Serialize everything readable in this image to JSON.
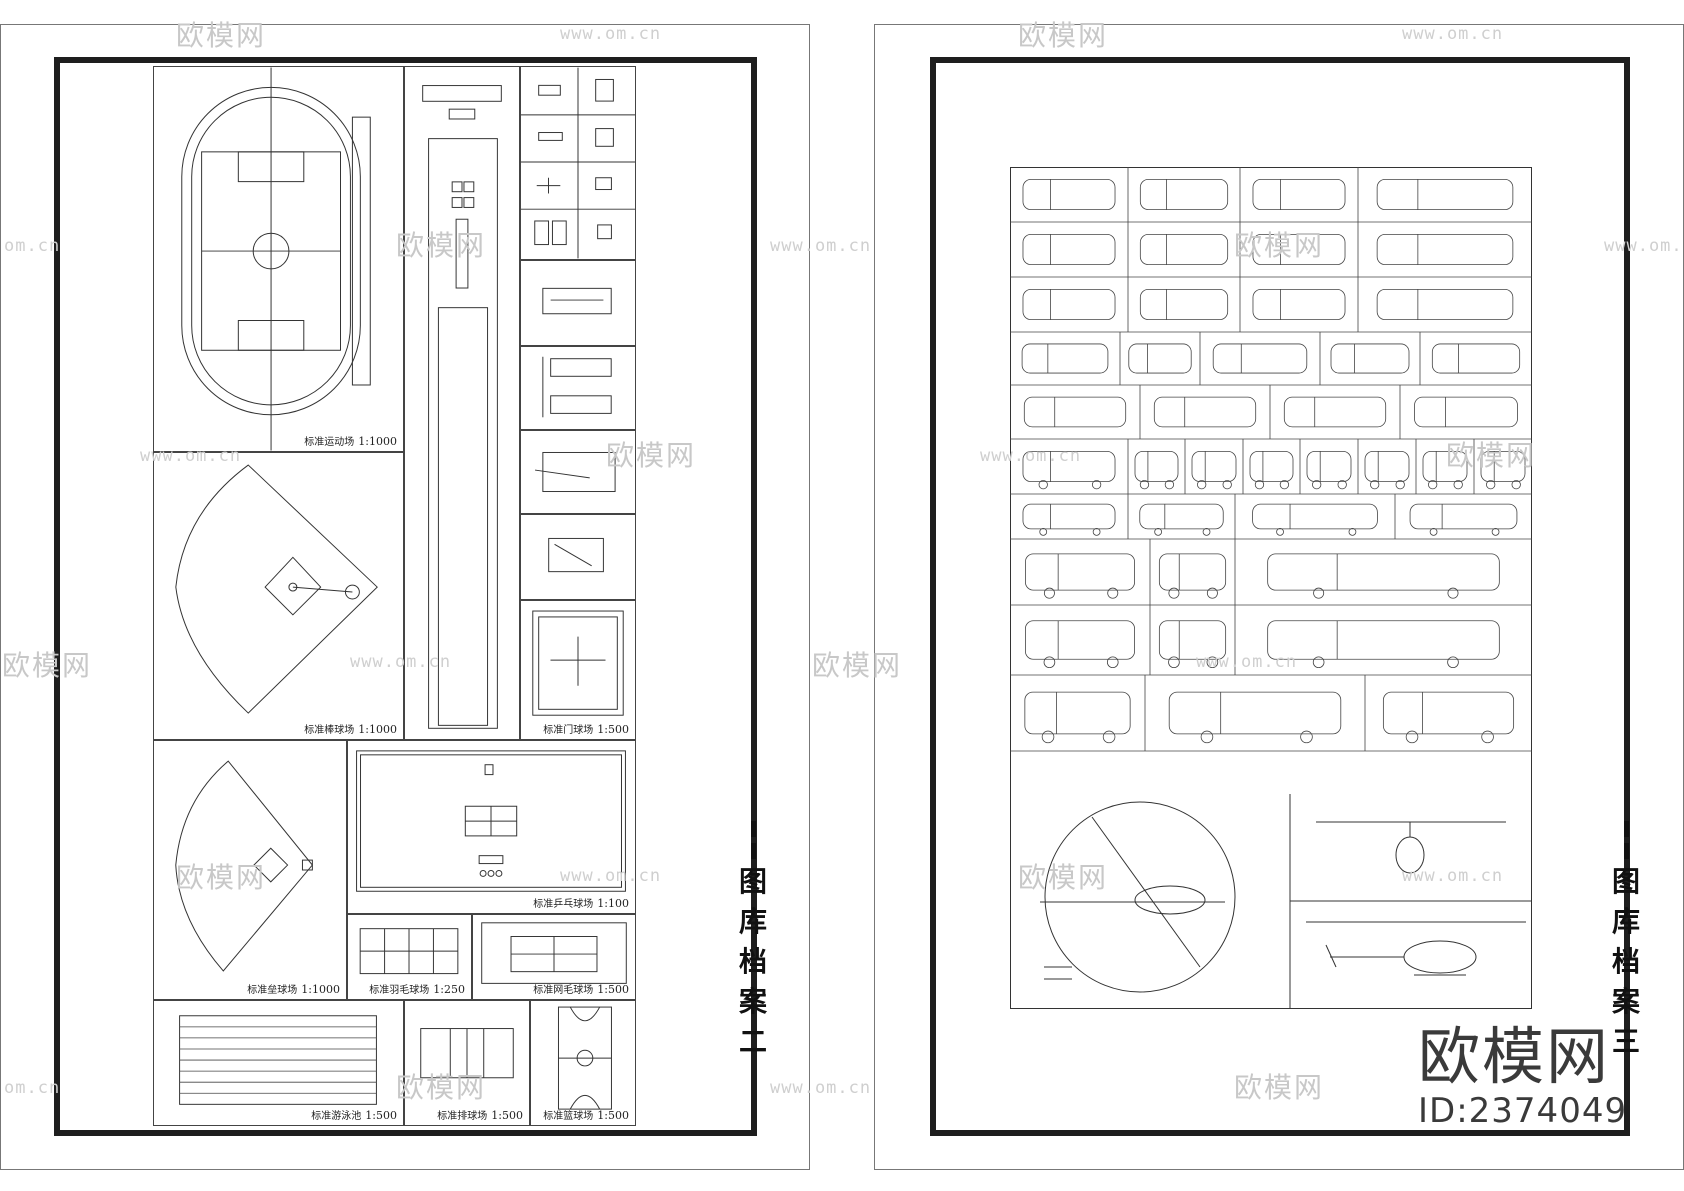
{
  "watermarks": {
    "brand_cn": "欧模网",
    "url": "www.om.cn",
    "url_short": "om.cn"
  },
  "left_sheet": {
    "vertical_title": [
      "图",
      "库",
      "档",
      "案",
      "二"
    ],
    "captions": {
      "track": {
        "label": "标准运动场",
        "scale": "1:1000"
      },
      "baseball": {
        "label": "标准棒球场",
        "scale": "1:1000"
      },
      "softball": {
        "label": "标准垒球场",
        "scale": "1:1000"
      },
      "gateball": {
        "label": "标准门球场",
        "scale": "1:500"
      },
      "pingpong": {
        "label": "标准乒乓球场",
        "scale": "1:100"
      },
      "badminton": {
        "label": "标准羽毛球场",
        "scale": "1:250"
      },
      "tennis": {
        "label": "标准网毛球场",
        "scale": "1:500"
      },
      "pool": {
        "label": "标准游泳池",
        "scale": "1:500"
      },
      "volleyball": {
        "label": "标准排球场",
        "scale": "1:500"
      },
      "basketball": {
        "label": "标准篮球场",
        "scale": "1:500"
      }
    }
  },
  "right_sheet": {
    "vertical_title": [
      "图",
      "库",
      "档",
      "案",
      "三"
    ]
  },
  "brand_overlay": {
    "name": "欧模网",
    "id": "ID:2374049"
  }
}
